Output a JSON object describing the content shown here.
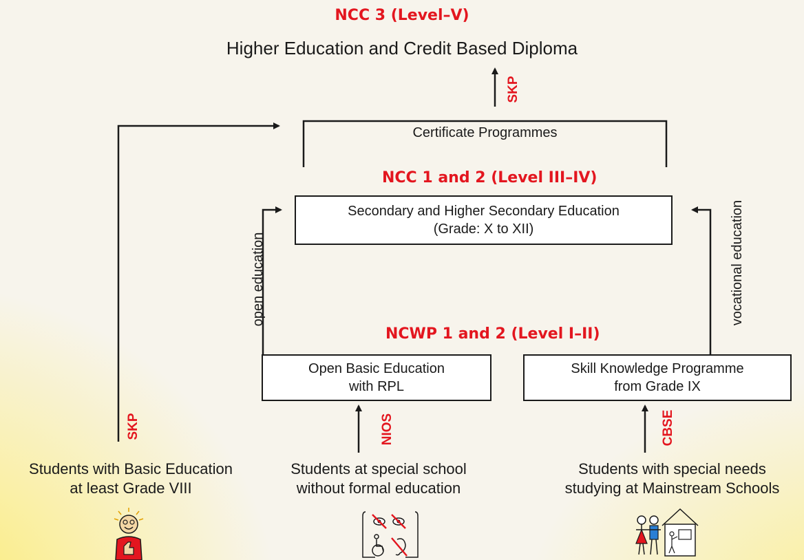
{
  "top": {
    "level": "NCC 3 (Level–V)",
    "title": "Higher Education and Credit Based Diploma",
    "arrow_label": "SKP"
  },
  "certificate": {
    "label": "Certificate Programmes"
  },
  "secondary": {
    "level": "NCC 1 and 2 (Level III–IV)",
    "line1": "Secondary and Higher Secondary Education",
    "line2": "(Grade: X  to XII)"
  },
  "side_labels": {
    "left": "open education",
    "right": "vocational education"
  },
  "ncwp": {
    "level": "NCWP 1 and 2 (Level I–II)"
  },
  "open_basic": {
    "line1": "Open Basic Education",
    "line2": "with RPL"
  },
  "skill": {
    "line1": "Skill Knowledge Programme",
    "line2": "from Grade IX"
  },
  "arrows": {
    "skp": "SKP",
    "nios": "NIOS",
    "cbse": "CBSE"
  },
  "students": [
    {
      "line1": "Students with Basic Education",
      "line2": "at least Grade VIII",
      "icon": "thumbs-up-person-icon"
    },
    {
      "line1": "Students at special school",
      "line2": "without formal education",
      "icon": "special-needs-icon"
    },
    {
      "line1": "Students with special needs",
      "line2": "studying at Mainstream Schools",
      "icon": "children-school-icon"
    }
  ],
  "colors": {
    "accent": "#e3161f",
    "line": "#1a1a1a"
  }
}
